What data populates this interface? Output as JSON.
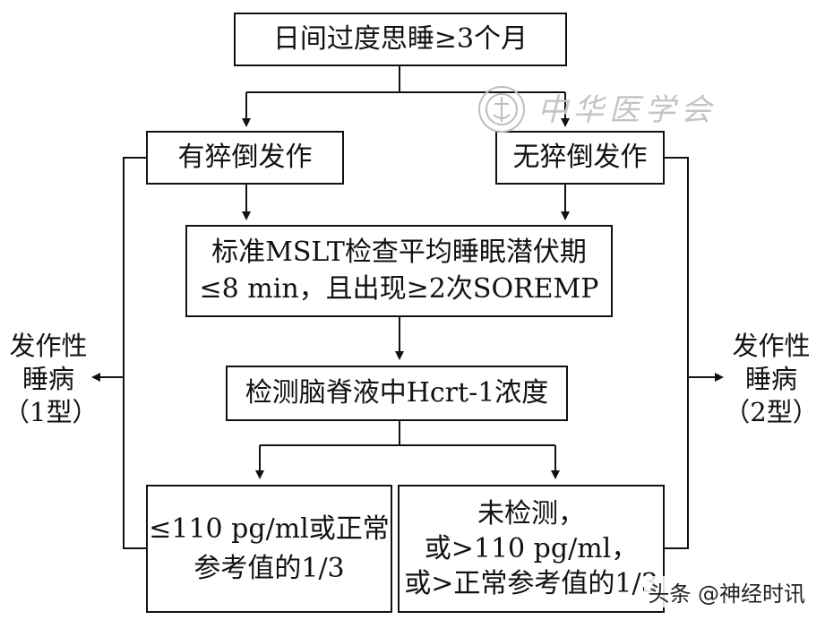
{
  "nodes": {
    "top": "日间过度思睡≥3个月",
    "cataplexy_yes": "有猝倒发作",
    "cataplexy_no": "无猝倒发作",
    "mslt": [
      "标准MSLT检查平均睡眠潜伏期",
      "≤8 min，且出现≥2次SOREMP"
    ],
    "csf": "检测脑脊液中Hcrt-1浓度",
    "result_low": [
      "≤110 pg/ml或正常",
      "参考值的1/3"
    ],
    "result_other": [
      "未检测，",
      "或>110 pg/ml，",
      "或>正常参考值的1/3"
    ]
  },
  "outcomes": {
    "left": [
      "发作性",
      "睡病",
      "（1型）"
    ],
    "right": [
      "发作性",
      "睡病",
      "（2型）"
    ]
  },
  "watermark": "中华医学会",
  "credit": "头条 @神经时讯"
}
